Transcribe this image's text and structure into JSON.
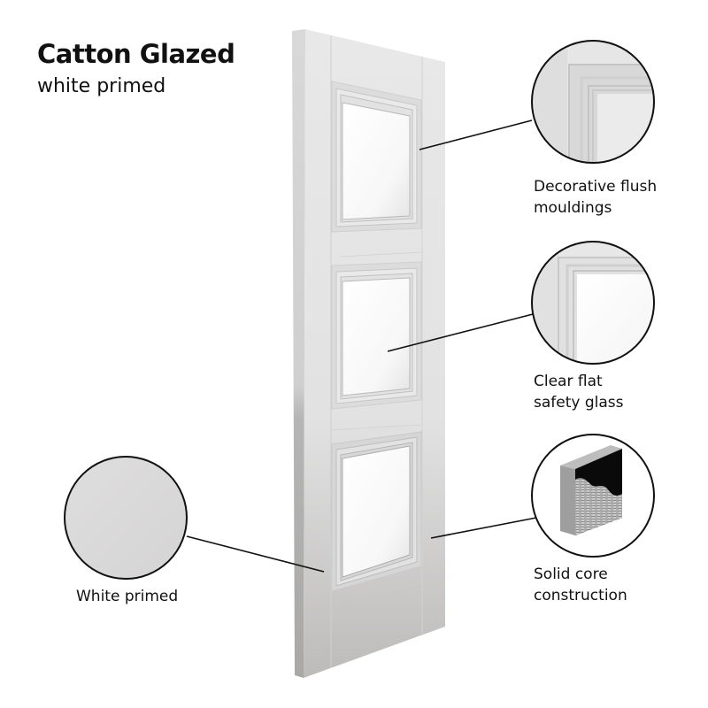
{
  "header": {
    "title": "Catton Glazed",
    "subtitle": "white primed"
  },
  "product": {
    "name": "Catton Glazed",
    "finish": "white primed",
    "panels": 3,
    "panel_type": "glazed"
  },
  "callouts": [
    {
      "id": "mouldings",
      "icon": "moulding-detail-icon",
      "lines": [
        "Decorative flush",
        "mouldings"
      ]
    },
    {
      "id": "glass",
      "icon": "glass-detail-icon",
      "lines": [
        "Clear flat",
        "safety glass"
      ]
    },
    {
      "id": "core",
      "icon": "solid-core-icon",
      "lines": [
        "Solid core",
        "construction"
      ]
    },
    {
      "id": "finish",
      "icon": "white-primed-swatch-icon",
      "lines": [
        "White primed"
      ]
    }
  ],
  "colors": {
    "background": "#ffffff",
    "text": "#111111",
    "door_face": "#e6e6e6",
    "door_edge": "#c4c4c4",
    "glass": "#ffffff",
    "swatch": "#dcdbdb",
    "leader_line": "#111111"
  }
}
